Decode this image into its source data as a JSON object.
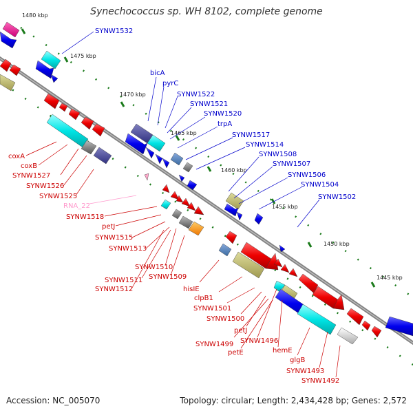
{
  "title": "Synechococcus sp. WH 8102, complete genome",
  "footer": {
    "accession": "Accession: NC_005070",
    "summary": "Topology: circular; Length: 2,434,428 bp; Genes: 2,572"
  },
  "colors": {
    "backbone": "#888888",
    "forward_label": "#0000cc",
    "reverse_label": "#cc0000",
    "rna_label": "#ff99cc",
    "ruler": "#1a7a1a"
  },
  "ticks": [
    "1480 kbp",
    "1475 kbp",
    "1470 kbp",
    "1465 kbp",
    "1460 kbp",
    "1455 kbp",
    "1450 kbp",
    "1445 kbp"
  ],
  "forward_labels": [
    "SYNW1532",
    "bicA",
    "pyrC",
    "SYNW1522",
    "SYNW1521",
    "SYNW1520",
    "trpA",
    "SYNW1517",
    "SYNW1514",
    "SYNW1508",
    "SYNW1507",
    "SYNW1506",
    "SYNW1504",
    "SYNW1502"
  ],
  "reverse_labels_left": [
    "coxA",
    "coxB",
    "SYNW1527",
    "SYNW1526",
    "SYNW1525",
    "SYNW1518",
    "petJ",
    "SYNW1515",
    "SYNW1513",
    "SYNW1510",
    "SYNW1511",
    "SYNW1509",
    "SYNW1512"
  ],
  "rna_label": "RNA_22",
  "reverse_labels_bottom": [
    "hisIE",
    "clpB1",
    "SYNW1501",
    "SYNW1500",
    "petJ",
    "SYNW1499",
    "SYNW1496",
    "petE",
    "hemE",
    "glgB",
    "SYNW1493",
    "SYNW1492"
  ]
}
